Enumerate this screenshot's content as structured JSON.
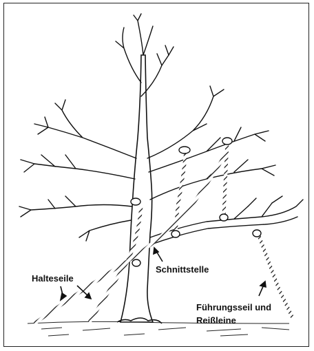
{
  "labels": {
    "halteseile": "Halteseile",
    "schnittstelle": "Schnittstelle",
    "fuehrung_line1": "Führungsseil und",
    "fuehrung_line2": "Reißleine"
  },
  "colors": {
    "ink": "#1a1a1a",
    "frame": "#222222",
    "background": "#ffffff"
  }
}
